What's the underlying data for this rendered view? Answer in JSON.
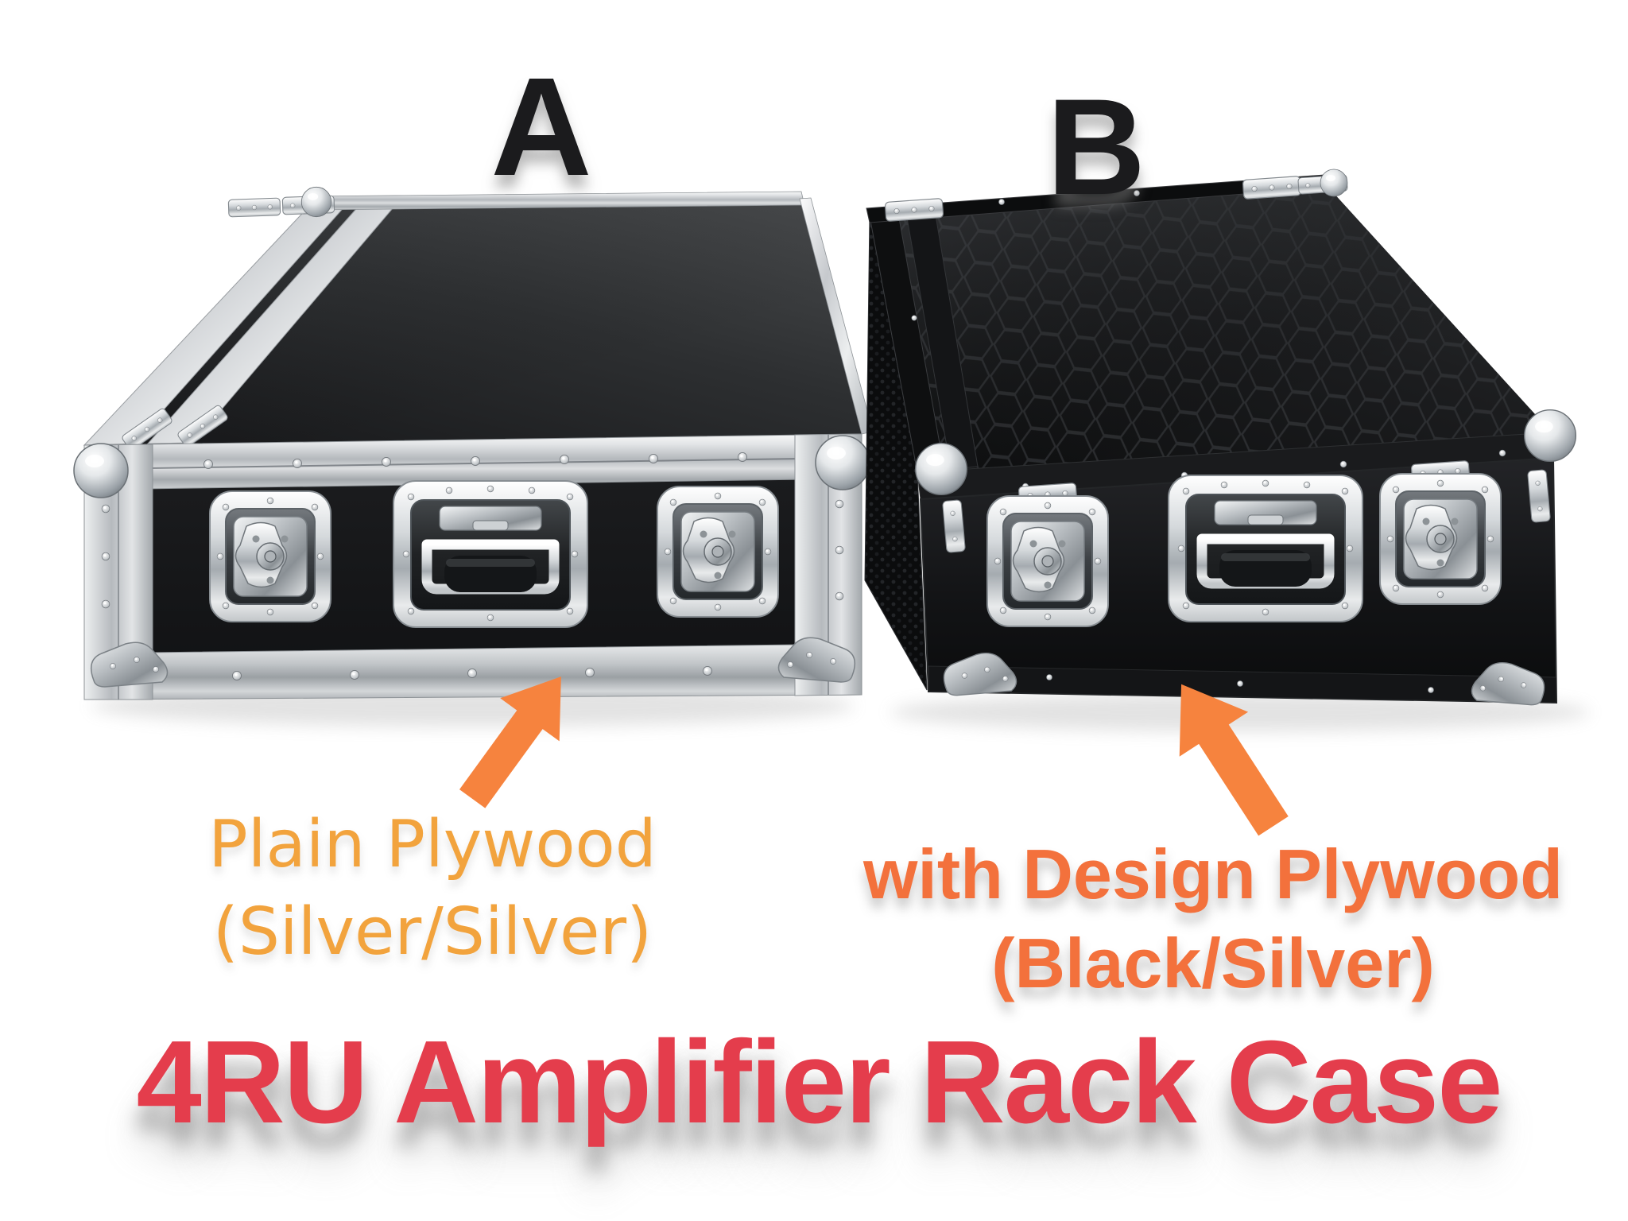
{
  "page": {
    "background_color": "#FFFFFF"
  },
  "annotations": {
    "case_a_letter": "A",
    "case_b_letter": "B",
    "letter_color": "#1B1B1D"
  },
  "captions": {
    "case_a": {
      "line1": "Plain Plywood",
      "line2": "(Silver/Silver)",
      "text_color": "#F2A33D"
    },
    "case_b": {
      "line1": "with Design Plywood",
      "line2": "(Black/Silver)",
      "text_color": "#F3713C"
    }
  },
  "title": {
    "text": "4RU Amplifier Rack Case",
    "text_color": "#E43D4C"
  },
  "icons": {
    "case_a_arrow": "arrow-up-right",
    "case_b_arrow": "arrow-up-left",
    "arrow_color": "#F6833E"
  },
  "photo": {
    "case_a": {
      "finish": "silver trim, black panels"
    },
    "case_b": {
      "finish": "black trim, black panels, silver hardware"
    }
  }
}
